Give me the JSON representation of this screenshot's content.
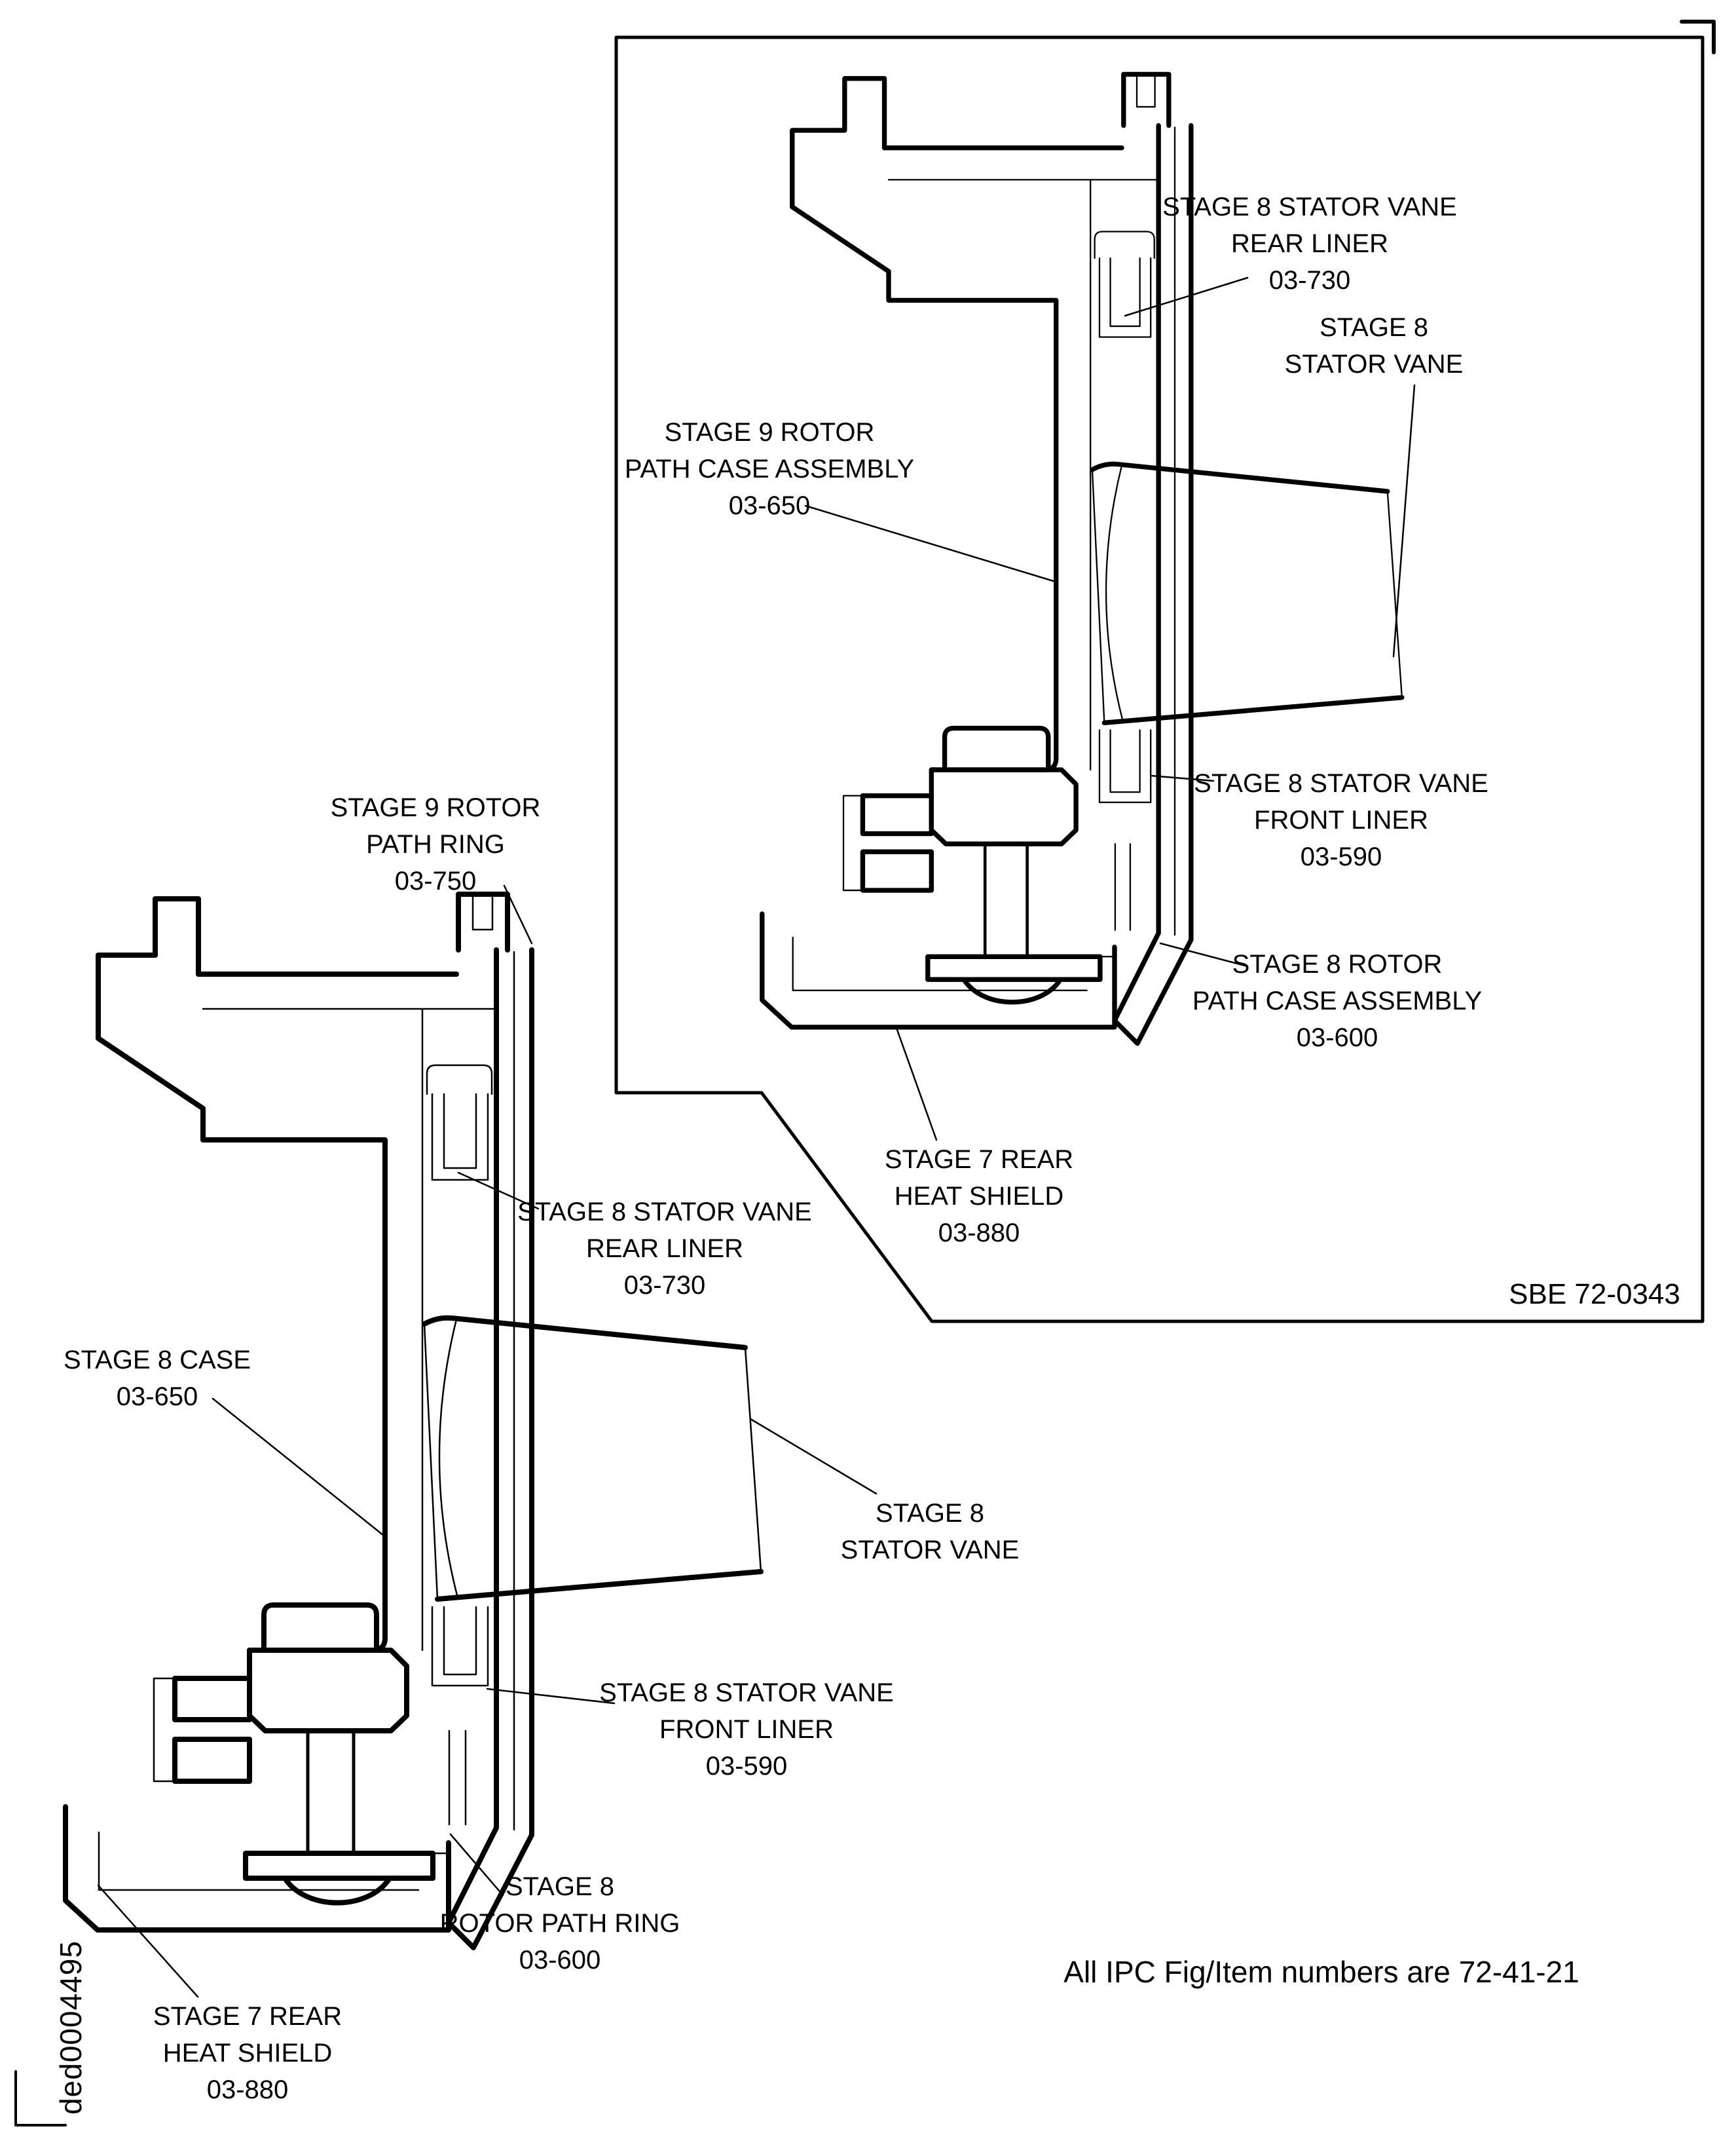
{
  "document_type": "engine cross-section parts diagram",
  "colors": {
    "line": "#000000",
    "background": "#ffffff"
  },
  "inset": {
    "rear_liner": [
      "STAGE 8 STATOR VANE",
      "REAR LINER",
      "03-730"
    ],
    "stator_vane": [
      "STAGE 8",
      "STATOR VANE"
    ],
    "rotor_path_case_9": [
      "STAGE 9 ROTOR",
      "PATH CASE ASSEMBLY",
      "03-650"
    ],
    "front_liner": [
      "STAGE 8 STATOR VANE",
      "FRONT LINER",
      "03-590"
    ],
    "rotor_path_case_8": [
      "STAGE 8 ROTOR",
      "PATH CASE ASSEMBLY",
      "03-600"
    ],
    "heat_shield": [
      "STAGE 7 REAR",
      "HEAT SHIELD",
      "03-880"
    ],
    "figure_number": "SBE 72-0343"
  },
  "main": {
    "rotor_path_ring_9": [
      "STAGE 9 ROTOR",
      "PATH RING",
      "03-750"
    ],
    "rear_liner": [
      "STAGE 8 STATOR VANE",
      "REAR LINER",
      "03-730"
    ],
    "case_8": [
      "STAGE 8 CASE",
      "03-650"
    ],
    "stator_vane": [
      "STAGE 8",
      "STATOR VANE"
    ],
    "front_liner": [
      "STAGE 8 STATOR VANE",
      "FRONT LINER",
      "03-590"
    ],
    "rotor_path_ring_8": [
      "STAGE 8",
      "ROTOR PATH RING",
      "03-600"
    ],
    "heat_shield": [
      "STAGE 7 REAR",
      "HEAT SHIELD",
      "03-880"
    ]
  },
  "footer": {
    "ipc_note": "All IPC Fig/Item numbers are 72-41-21",
    "drawing_code": "ded0004495"
  }
}
